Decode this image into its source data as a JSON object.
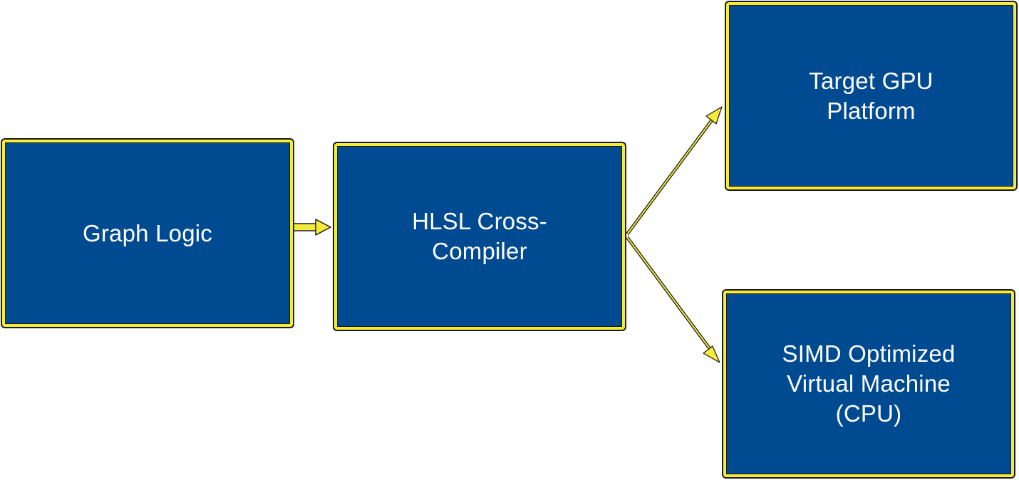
{
  "diagram": {
    "nodes": {
      "graph_logic": {
        "label": "Graph Logic"
      },
      "hlsl_cross_compiler": {
        "label": "HLSL Cross-\nCompiler"
      },
      "target_gpu_platform": {
        "label": "Target GPU\nPlatform"
      },
      "simd_vm": {
        "label": "SIMD Optimized\nVirtual Machine\n(CPU)"
      }
    },
    "edges": [
      {
        "from": "graph_logic",
        "to": "hlsl_cross_compiler"
      },
      {
        "from": "hlsl_cross_compiler",
        "to": "target_gpu_platform"
      },
      {
        "from": "hlsl_cross_compiler",
        "to": "simd_vm"
      }
    ],
    "colors": {
      "node_fill": "#004a91",
      "node_border": "#f4eb3a",
      "outline": "#1a1a1a",
      "label_text": "#ffffff",
      "arrow": "#f4eb3a"
    }
  }
}
